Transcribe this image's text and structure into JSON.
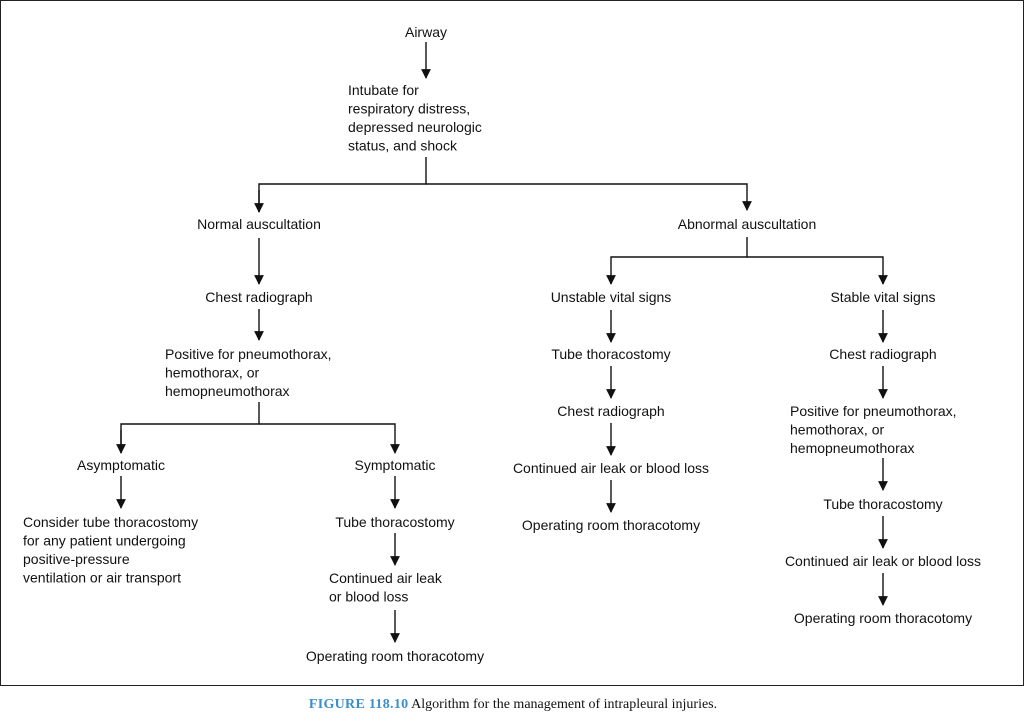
{
  "nodes": {
    "airway": [
      "Airway"
    ],
    "intubate": [
      "Intubate for",
      "respiratory distress,",
      "depressed neurologic",
      "status, and shock"
    ],
    "normal_auscultation": [
      "Normal auscultation"
    ],
    "abnormal_auscultation": [
      "Abnormal auscultation"
    ],
    "left_chest_radiograph": [
      "Chest radiograph"
    ],
    "left_positive": [
      "Positive for pneumothorax,",
      "hemothorax, or",
      "hemopneumothorax"
    ],
    "asymptomatic": [
      "Asymptomatic"
    ],
    "symptomatic": [
      "Symptomatic"
    ],
    "consider_tube": [
      "Consider tube thoracostomy",
      "for any patient undergoing",
      "positive-pressure",
      "ventilation or air transport"
    ],
    "symp_tube": [
      "Tube thoracostomy"
    ],
    "symp_continued": [
      "Continued air leak",
      "or blood loss"
    ],
    "symp_operating": [
      "Operating room thoracotomy"
    ],
    "unstable": [
      "Unstable vital signs"
    ],
    "unstable_tube": [
      "Tube thoracostomy"
    ],
    "unstable_chest": [
      "Chest radiograph"
    ],
    "unstable_continued": [
      "Continued air leak or blood loss"
    ],
    "unstable_operating": [
      "Operating room thoracotomy"
    ],
    "stable": [
      "Stable vital signs"
    ],
    "stable_chest": [
      "Chest radiograph"
    ],
    "stable_positive": [
      "Positive for pneumothorax,",
      "hemothorax, or",
      "hemopneumothorax"
    ],
    "stable_tube": [
      "Tube thoracostomy"
    ],
    "stable_continued": [
      "Continued air leak or blood loss"
    ],
    "stable_operating": [
      "Operating room thoracotomy"
    ]
  },
  "caption": {
    "label": "FIGURE 118.10",
    "text": "Algorithm for the management of intrapleural injuries."
  },
  "colors": {
    "caption_label": "#3a8fc8",
    "line": "#111111"
  }
}
